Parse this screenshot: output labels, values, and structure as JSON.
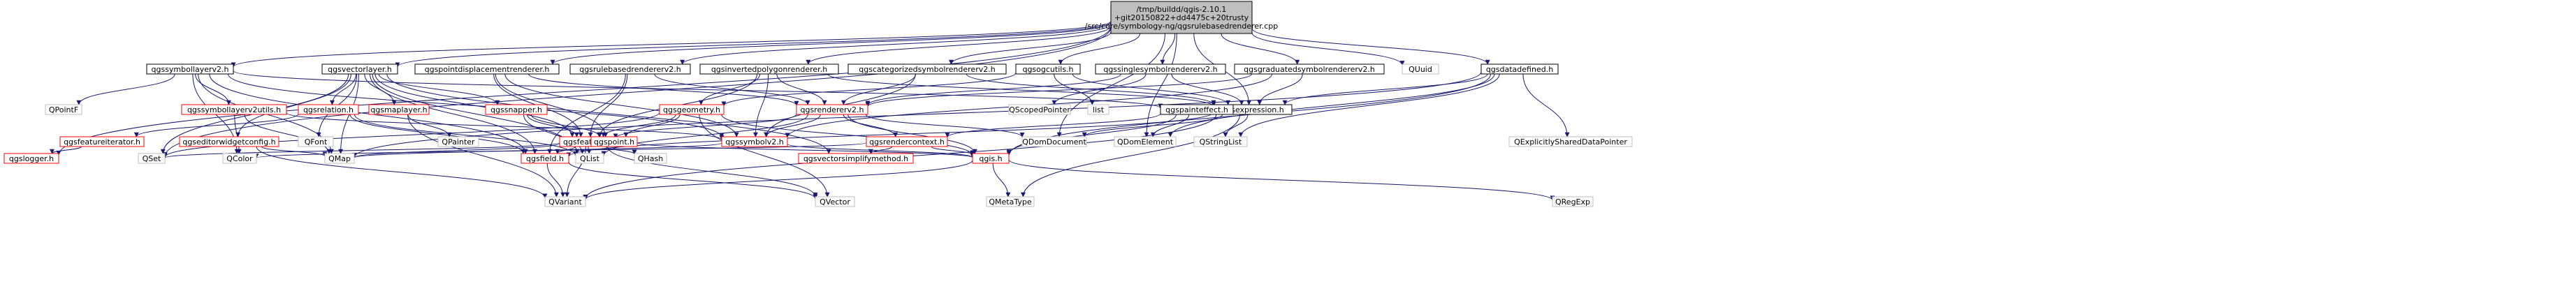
{
  "colors": {
    "root_fill": "#bfbfbf",
    "black_border": "#000000",
    "red_border": "#ff0000",
    "gray_border": "#bfbfbf",
    "edge": "#191970",
    "background": "#ffffff"
  },
  "nodes": [
    {
      "id": "root",
      "lines": [
        "/tmp/buildd/qgis-2.10.1",
        "+git20150822+dd4475c+20trusty",
        "/src/core/symbology-ng/qgsrulebasedrenderer.cpp"
      ],
      "style": "root"
    },
    {
      "id": "qgssymbollayerv2h",
      "lines": [
        "qgssymbollayerv2.h"
      ],
      "style": "black"
    },
    {
      "id": "qgsvectorlayerh",
      "lines": [
        "qgsvectorlayer.h"
      ],
      "style": "black"
    },
    {
      "id": "qgspointdisph",
      "lines": [
        "qgspointdisplacementrenderer.h"
      ],
      "style": "black"
    },
    {
      "id": "qgsrulebasedh",
      "lines": [
        "qgsrulebasedrendererv2.h"
      ],
      "style": "black"
    },
    {
      "id": "qgsinvertedh",
      "lines": [
        "qgsinvertedpolygonrenderer.h"
      ],
      "style": "black"
    },
    {
      "id": "qgscategorizedh",
      "lines": [
        "qgscategorizedsymbolrendererv2.h"
      ],
      "style": "black"
    },
    {
      "id": "qgsogcutilsh",
      "lines": [
        "qgsogcutils.h"
      ],
      "style": "black"
    },
    {
      "id": "qgssingleh",
      "lines": [
        "qgssinglesymbolrendererv2.h"
      ],
      "style": "black"
    },
    {
      "id": "qgsgraduatedh",
      "lines": [
        "qgsgraduatedsymbolrendererv2.h"
      ],
      "style": "black"
    },
    {
      "id": "quuid",
      "lines": [
        "QUuid"
      ],
      "style": "gray"
    },
    {
      "id": "qgsdatadefinedh",
      "lines": [
        "qgsdatadefined.h"
      ],
      "style": "black"
    },
    {
      "id": "qpointf",
      "lines": [
        "QPointF"
      ],
      "style": "gray"
    },
    {
      "id": "qgssymbollayerv2utilsh",
      "lines": [
        "qgssymbollayerv2utils.h"
      ],
      "style": "red"
    },
    {
      "id": "qgsrelationh",
      "lines": [
        "qgsrelation.h"
      ],
      "style": "red"
    },
    {
      "id": "qgsmaplayerh",
      "lines": [
        "qgsmaplayer.h"
      ],
      "style": "red"
    },
    {
      "id": "qgssnapperh",
      "lines": [
        "qgssnapper.h"
      ],
      "style": "red"
    },
    {
      "id": "qgsgeometryh",
      "lines": [
        "qgsgeometry.h"
      ],
      "style": "red"
    },
    {
      "id": "qgsrendererv2h",
      "lines": [
        "qgsrendererv2.h"
      ],
      "style": "red"
    },
    {
      "id": "qscopedpointer",
      "lines": [
        "QScopedPointer"
      ],
      "style": "gray"
    },
    {
      "id": "list",
      "lines": [
        "list"
      ],
      "style": "gray"
    },
    {
      "id": "qgsexpressionh",
      "lines": [
        "qgsexpression.h"
      ],
      "style": "black"
    },
    {
      "id": "qgspainteffecth",
      "lines": [
        "qgspainteffect.h"
      ],
      "style": "black"
    },
    {
      "id": "qgsfeatureiteratorh",
      "lines": [
        "qgsfeatureiterator.h"
      ],
      "style": "red"
    },
    {
      "id": "qgseditorwidgetconfigh",
      "lines": [
        "qgseditorwidgetconfig.h"
      ],
      "style": "red"
    },
    {
      "id": "qfont",
      "lines": [
        "QFont"
      ],
      "style": "gray"
    },
    {
      "id": "qpainter",
      "lines": [
        "QPainter"
      ],
      "style": "gray"
    },
    {
      "id": "qgsfeatureh",
      "lines": [
        "qgsfeature.h"
      ],
      "style": "red"
    },
    {
      "id": "qgspointh",
      "lines": [
        "qgspoint.h"
      ],
      "style": "red"
    },
    {
      "id": "qgssymbolv2h",
      "lines": [
        "qgssymbolv2.h"
      ],
      "style": "red"
    },
    {
      "id": "qgsrendercontexth",
      "lines": [
        "qgsrendercontext.h"
      ],
      "style": "red"
    },
    {
      "id": "qdomdocument",
      "lines": [
        "QDomDocument"
      ],
      "style": "gray"
    },
    {
      "id": "qdomelement",
      "lines": [
        "QDomElement"
      ],
      "style": "gray"
    },
    {
      "id": "qstringlist",
      "lines": [
        "QStringList"
      ],
      "style": "gray"
    },
    {
      "id": "qexplicitly",
      "lines": [
        "QExplicitlySharedDataPointer"
      ],
      "style": "gray"
    },
    {
      "id": "qgsloggerh",
      "lines": [
        "qgslogger.h"
      ],
      "style": "red"
    },
    {
      "id": "qset",
      "lines": [
        "QSet"
      ],
      "style": "gray"
    },
    {
      "id": "qcolor",
      "lines": [
        "QColor"
      ],
      "style": "gray"
    },
    {
      "id": "qmap",
      "lines": [
        "QMap"
      ],
      "style": "gray"
    },
    {
      "id": "qgsfieldh",
      "lines": [
        "qgsfield.h"
      ],
      "style": "red"
    },
    {
      "id": "qlist",
      "lines": [
        "QList"
      ],
      "style": "gray"
    },
    {
      "id": "qhash",
      "lines": [
        "QHash"
      ],
      "style": "gray"
    },
    {
      "id": "qgsvectorsimplifyh",
      "lines": [
        "qgsvectorsimplifymethod.h"
      ],
      "style": "red"
    },
    {
      "id": "qgish",
      "lines": [
        "qgis.h"
      ],
      "style": "red"
    },
    {
      "id": "qvariant",
      "lines": [
        "QVariant"
      ],
      "style": "gray"
    },
    {
      "id": "qvector",
      "lines": [
        "QVector"
      ],
      "style": "gray"
    },
    {
      "id": "qmetatype",
      "lines": [
        "QMetaType"
      ],
      "style": "gray"
    },
    {
      "id": "qregexp",
      "lines": [
        "QRegExp"
      ],
      "style": "gray"
    }
  ],
  "edges": [
    [
      "root",
      "qgssymbollayerv2h"
    ],
    [
      "root",
      "qgsvectorlayerh"
    ],
    [
      "root",
      "qgspointdisph"
    ],
    [
      "root",
      "qgsrulebasedh"
    ],
    [
      "root",
      "qgsinvertedh"
    ],
    [
      "root",
      "qgscategorizedh"
    ],
    [
      "root",
      "qgsogcutilsh"
    ],
    [
      "root",
      "qgssingleh"
    ],
    [
      "root",
      "qgsgraduatedh"
    ],
    [
      "root",
      "quuid"
    ],
    [
      "root",
      "qgsdatadefinedh"
    ],
    [
      "root",
      "qgsexpressionh"
    ],
    [
      "root",
      "qdomdocument"
    ],
    [
      "root",
      "qdomelement"
    ],
    [
      "root",
      "qgsloggerh"
    ],
    [
      "root",
      "qset"
    ],
    [
      "qgssymbollayerv2h",
      "qpointf"
    ],
    [
      "qgssymbollayerv2h",
      "qgssymbollayerv2utilsh"
    ],
    [
      "qgssymbollayerv2h",
      "qgsfieldh"
    ],
    [
      "qgssymbollayerv2h",
      "qcolor"
    ],
    [
      "qgssymbollayerv2h",
      "qmap"
    ],
    [
      "qgssymbollayerv2h",
      "qgssymbolv2h"
    ],
    [
      "qgssymbollayerv2h",
      "qgspainteffecth"
    ],
    [
      "qgsvectorlayerh",
      "qgsrelationh"
    ],
    [
      "qgsvectorlayerh",
      "qgsmaplayerh"
    ],
    [
      "qgsvectorlayerh",
      "qgssnapperh"
    ],
    [
      "qgsvectorlayerh",
      "qgsfeaturediteratorh"
    ],
    [
      "qgsvectorlayerh",
      "qgseditorwidgetconfigh"
    ],
    [
      "qgsvectorlayerh",
      "qgsfeatureh"
    ],
    [
      "qgsvectorlayerh",
      "qset"
    ],
    [
      "qgsvectorlayerh",
      "qfont"
    ],
    [
      "qgsvectorlayerh",
      "qlist"
    ],
    [
      "qgsvectorlayerh",
      "qmap"
    ],
    [
      "qgsvectorlayerh",
      "qgsfieldh"
    ],
    [
      "qgsvectorlayerh",
      "qgsvectorsimplifyh"
    ],
    [
      "qgsvectorlayerh",
      "qgis.h"
    ],
    [
      "qgspointdisph",
      "qgsfeatureh"
    ],
    [
      "qgspointdisph",
      "qgssymbolv2h"
    ],
    [
      "qgspointdisph",
      "qgspointh"
    ],
    [
      "qgspointdisph",
      "qgsrendererv2h"
    ],
    [
      "qgsrulebasedh",
      "qgsrendererv2h"
    ],
    [
      "qgsrulebasedh",
      "qgsfieldh"
    ],
    [
      "qgsrulebasedh",
      "qgsfeatureh"
    ],
    [
      "qgsinvertedh",
      "qgsgeometryh"
    ],
    [
      "qgsinvertedh",
      "qgsrendererv2h"
    ],
    [
      "qgsinvertedh",
      "qgssymbolv2h"
    ],
    [
      "qgsinvertedh",
      "qgsexpressionh"
    ],
    [
      "qgsinvertedh",
      "qgsfeatureh"
    ],
    [
      "qgscategorizedh",
      "qgsrendererv2h"
    ],
    [
      "qgscategorizedh",
      "qgssymbolv2h"
    ],
    [
      "qgscategorizedh",
      "qgsexpressionh"
    ],
    [
      "qgsogcutilsh",
      "qgsgeometryh"
    ],
    [
      "qgsogcutilsh",
      "qgsexpressionh"
    ],
    [
      "qgsogcutilsh",
      "list"
    ],
    [
      "qgssingleh",
      "qgsrendererv2h"
    ],
    [
      "qgssingleh",
      "qgsexpressionh"
    ],
    [
      "qgssingleh",
      "qscopedpointer"
    ],
    [
      "qgsgraduatedh",
      "qgsrendererv2h"
    ],
    [
      "qgsgraduatedh",
      "qgsexpressionh"
    ],
    [
      "qgsgraduatedh",
      "qgssymbolv2h"
    ],
    [
      "qgsdatadefinedh",
      "qgsexpressionh"
    ],
    [
      "qgsdatadefinedh",
      "qexplicitly"
    ],
    [
      "qgsdatadefinedh",
      "qstringlist"
    ],
    [
      "qgsdatadefinedh",
      "qdomelement"
    ],
    [
      "qgsdatadefinedh",
      "qmap"
    ],
    [
      "qgsdatadefinedh",
      "qgish"
    ],
    [
      "qgssymbollayerv2utilsh",
      "qgssymbolv2h"
    ],
    [
      "qgssymbollayerv2utilsh",
      "qmap"
    ],
    [
      "qgssymbollayerv2utilsh",
      "qcolor"
    ],
    [
      "qgssymbollayerv2utilsh",
      "qgis.h"
    ],
    [
      "qgsrelationh",
      "qgsfeatureiteratorh"
    ],
    [
      "qgsrelationh",
      "qlist"
    ],
    [
      "qgsrelationh",
      "qgsfieldh"
    ],
    [
      "qgsmaplayerh",
      "qpainter"
    ],
    [
      "qgsmaplayerh",
      "qvariant"
    ],
    [
      "qgsmaplayerh",
      "qgis.h"
    ],
    [
      "qgssnapperh",
      "qgspointh"
    ],
    [
      "qgssnapperh",
      "qgsfeatureh"
    ],
    [
      "qgssnapperh",
      "qlist"
    ],
    [
      "qgsgeometryh",
      "qgspointh"
    ],
    [
      "qgsgeometryh",
      "qgsfeatureh"
    ],
    [
      "qgsgeometryh",
      "qvector"
    ],
    [
      "qgsgeometryh",
      "qset"
    ],
    [
      "qgsgeometryh",
      "qgish"
    ],
    [
      "qgsrendererv2h",
      "qgssymbolv2h"
    ],
    [
      "qgsrendererv2h",
      "qgsrendercontexth"
    ],
    [
      "qgsrendererv2h",
      "qgsfeatureh"
    ],
    [
      "qgsrendererv2h",
      "qgish"
    ],
    [
      "qgsrendererv2h",
      "qdomdocument"
    ],
    [
      "qgsrendererv2h",
      "qlist"
    ],
    [
      "qgsexpressionh",
      "qstringlist"
    ],
    [
      "qgsexpressionh",
      "qdomdocument"
    ],
    [
      "qgsexpressionh",
      "qgsfieldh"
    ],
    [
      "qgsexpressionh",
      "qmetatype"
    ],
    [
      "qgsexpressionh",
      "qvariant"
    ],
    [
      "qgspainteffecth",
      "qgsrendercontexth"
    ],
    [
      "qgspainteffecth",
      "qdomelement"
    ],
    [
      "qgspainteffecth",
      "qgish"
    ],
    [
      "qgsfeatureiteratorh",
      "qgsloggerh"
    ],
    [
      "qgseditorwidgetconfigh",
      "qmap"
    ],
    [
      "qgseditorwidgetconfigh",
      "qvariant"
    ],
    [
      "qgsfeatureh",
      "qset"
    ],
    [
      "qgsfeatureh",
      "qmap"
    ],
    [
      "qgsfeatureh",
      "qgsfieldh"
    ],
    [
      "qgsfeatureh",
      "qlist"
    ],
    [
      "qgsfeatureh",
      "qhash"
    ],
    [
      "qgsfeatureh",
      "qvariant"
    ],
    [
      "qgsfeatureh",
      "qvector"
    ],
    [
      "qgspointh",
      "qgish"
    ],
    [
      "qgssymbolv2h",
      "qgish"
    ],
    [
      "qgssymbolv2h",
      "qmap"
    ],
    [
      "qgsrendercontexth",
      "qgsvectorsimplifyh"
    ],
    [
      "qgsrendercontexth",
      "qcolor"
    ],
    [
      "qgsrendercontexth",
      "qgish"
    ],
    [
      "qgsfieldh",
      "qvariant"
    ],
    [
      "qgsfieldh",
      "qvector"
    ],
    [
      "qgish",
      "qvariant"
    ],
    [
      "qgish",
      "qmetatype"
    ],
    [
      "qgish",
      "qregexp"
    ]
  ]
}
